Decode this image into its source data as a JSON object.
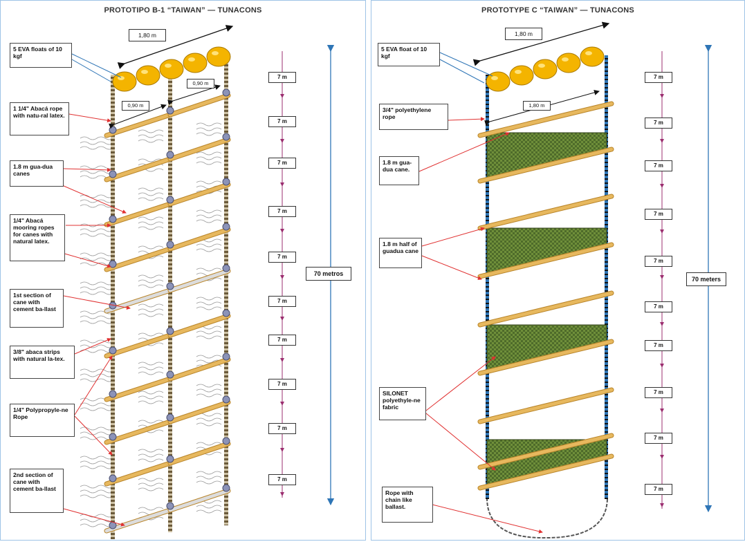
{
  "left": {
    "title": "PROTOTIPO B-1 “TAIWAN” — TUNACONS",
    "width_label": "1,80 m",
    "spacing_label_a": "0,90 m",
    "spacing_label_b": "0,90 m",
    "total_label": "70 metros",
    "segment_labels": [
      "7 m",
      "7 m",
      "7 m",
      "7 m",
      "7 m",
      "7 m",
      "7 m",
      "7 m",
      "7 m",
      "7 m"
    ],
    "callouts": {
      "floats": "5 EVA floats of 10 kgf",
      "main_rope": "1 1/4\" Abacá rope with natu-ral latex.",
      "canes": "1.8 m gua-dua canes",
      "mooring": "1/4\" Abacá mooring ropes for canes with natural latex.",
      "first_section": "1st section of cane with cement ba-llast",
      "strips": "3/8\" abaca strips with natural la-tex.",
      "polypropylene": "1/4\" Polypropyle-ne Rope",
      "second_section": "2nd section of cane with cement ba-llast"
    }
  },
  "right": {
    "title": "PROTOTYPE C “TAIWAN” — TUNACONS",
    "width_label": "1,80 m",
    "spacing_label": "1,80 m",
    "total_label": "70 meters",
    "segment_labels": [
      "7 m",
      "7 m",
      "7 m",
      "7 m",
      "7 m",
      "7 m",
      "7 m",
      "7 m",
      "7 m",
      "7 m"
    ],
    "callouts": {
      "floats": "5 EVA float of 10 kgf",
      "rope": "3/4\" polyethylene rope",
      "cane": "1.8 m gua-dua cane.",
      "half_cane": "1.8 m half of guadua cane",
      "silonet": "SILONET polyethyle-ne fabric",
      "chain": "Rope with chain like ballast."
    }
  },
  "colors": {
    "cane": "#e7b85e",
    "cane_dark": "#b9852a",
    "float": "#f4b400",
    "ballast": "#dcdcdc",
    "fabric": "#4e6b2a",
    "rope_blue": "#2e75b6",
    "pointer": "#e03030",
    "marker": "#9b2d6f"
  }
}
